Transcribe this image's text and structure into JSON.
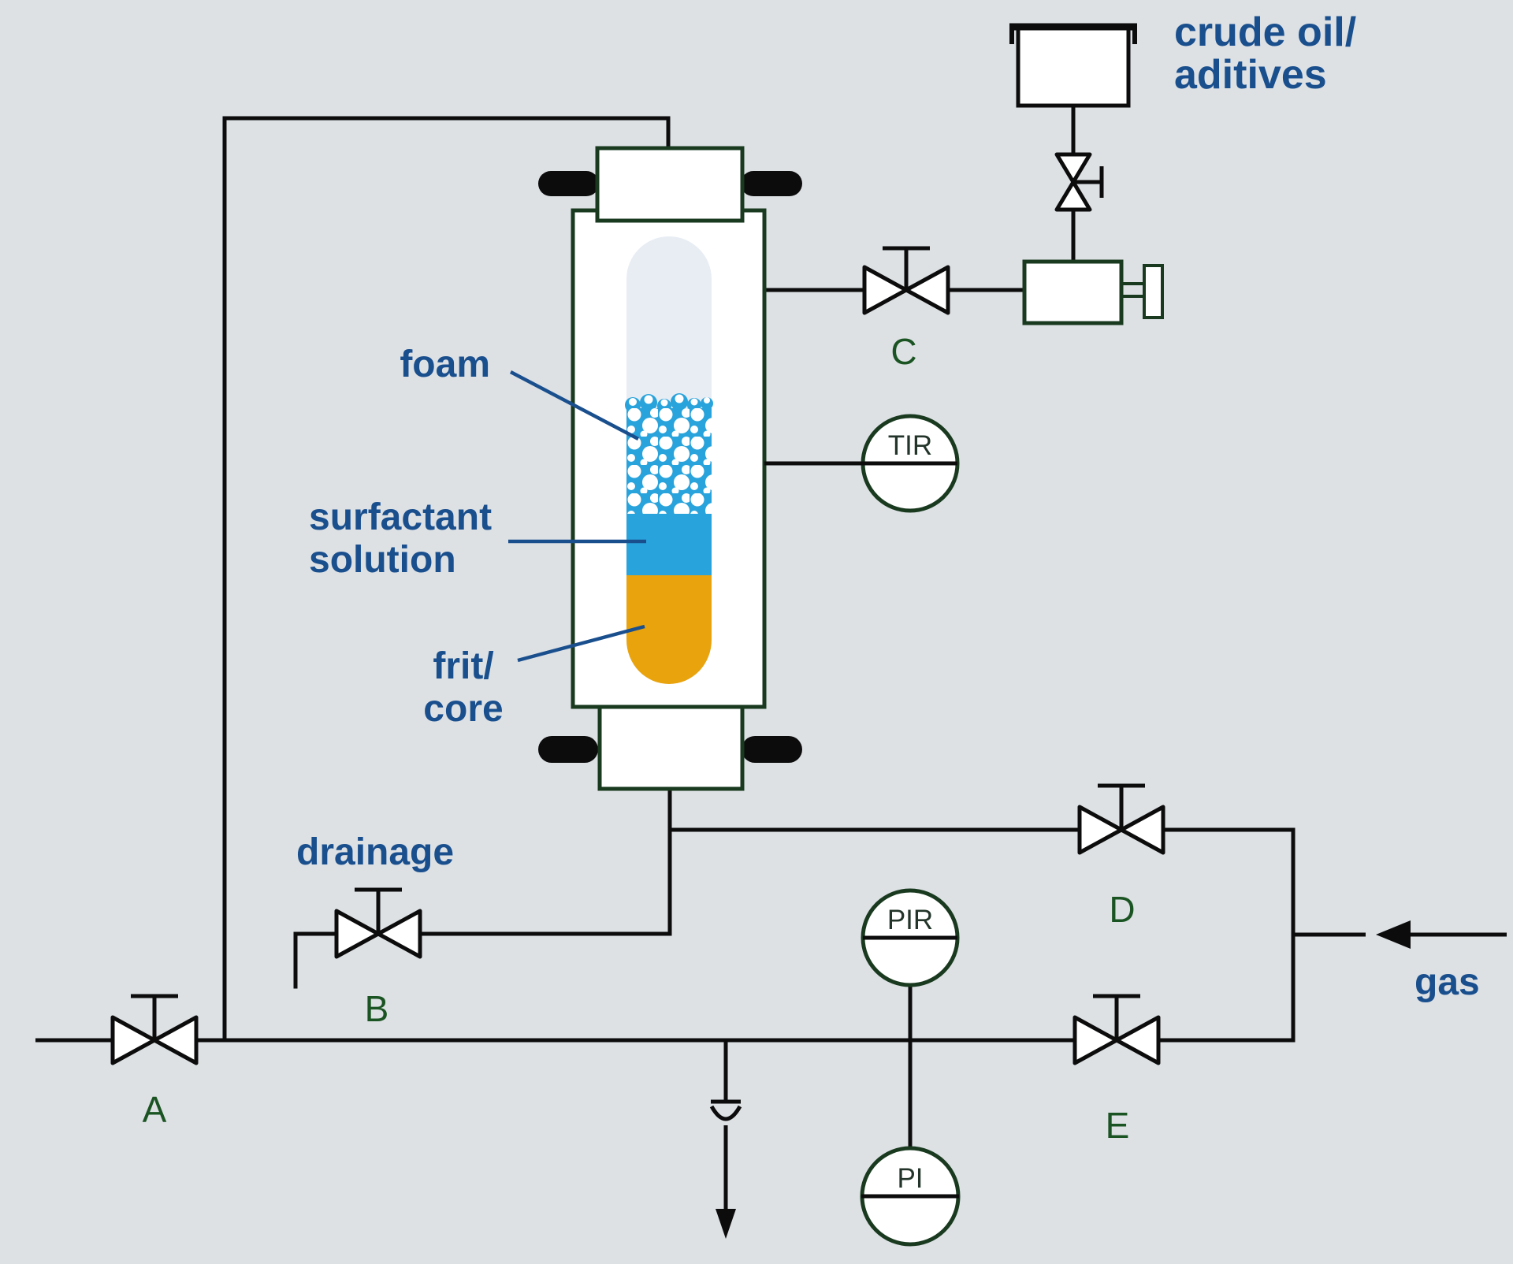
{
  "diagram": {
    "component_labels": {
      "foam": "foam",
      "surfactant_line1": "surfactant",
      "surfactant_line2": "solution",
      "frit_line1": "frit/",
      "frit_line2": "core",
      "drainage": "drainage",
      "feed_line1": "crude oil/",
      "feed_line2": "aditives",
      "gas": "gas"
    },
    "valve_labels": {
      "a": "A",
      "b": "B",
      "c": "C",
      "d": "D",
      "e": "E"
    },
    "instrument_tags": {
      "temperature_recorder": "TIR",
      "pressure_recorder": "PIR",
      "pressure_indicator": "PI"
    },
    "colors": {
      "background": "#dde1e4",
      "pipe": "#0c0c0c",
      "equipment_outline": "#1a3a20",
      "label_blue": "#1a4f8e",
      "valve_letter_green": "#1b5423",
      "foam_blue": "#29a3db",
      "frit_orange": "#e9a30d",
      "tube_background": "#e8edf4"
    }
  }
}
